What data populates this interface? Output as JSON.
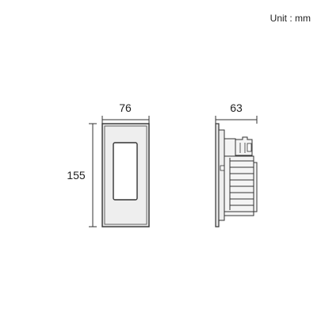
{
  "unit_label": "Unit : mm",
  "dimensions": {
    "front_width": "76",
    "front_height": "155",
    "side_depth": "63"
  },
  "colors": {
    "line": "#333333",
    "plate": "#e6e6e6",
    "lens": "#ffffff",
    "body": "#f4f4f4"
  }
}
